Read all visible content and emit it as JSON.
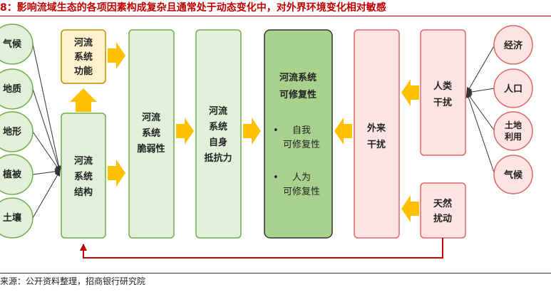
{
  "title": "8：影响流域生态的各项因素构成复杂且通常处于动态变化中，对外界环境变化相对敏感",
  "source": "来源：公开资料整理，招商银行研究院",
  "left_factors": [
    "气候",
    "地质",
    "地形",
    "植被",
    "土壤"
  ],
  "function_box": [
    "河流",
    "系统",
    "功能"
  ],
  "structure_box": [
    "河流",
    "系统",
    "结构"
  ],
  "fragility_box": [
    "河流",
    "系统",
    "脆弱性"
  ],
  "resistance_box": [
    "河流",
    "系统",
    "自身",
    "抵抗力"
  ],
  "recovery_box": {
    "title": [
      "河流系统",
      "可修复性"
    ],
    "items": [
      {
        "bullet": "•",
        "lines": [
          "自我",
          "可修复性"
        ]
      },
      {
        "bullet": "•",
        "lines": [
          "人为",
          "可修复性"
        ]
      }
    ]
  },
  "external_box": [
    "外来",
    "干扰"
  ],
  "human_box": [
    "人类",
    "干扰"
  ],
  "natural_box": [
    "天然",
    "扰动"
  ],
  "right_factors": [
    [
      "经济"
    ],
    [
      "人口"
    ],
    [
      "土地",
      "利用"
    ],
    [
      "气候"
    ]
  ],
  "colors": {
    "green_fill": "#e2efd9",
    "green_stroke": "#70ad47",
    "dark_green_fill": "#a9d18e",
    "yellow_fill": "#fff2cc",
    "yellow_stroke": "#bf9000",
    "pink_fill": "#fde4e4",
    "pink_stroke": "#e06666",
    "arrow": "#ffc000",
    "feedback": "#c00000",
    "title": "#c00000"
  }
}
